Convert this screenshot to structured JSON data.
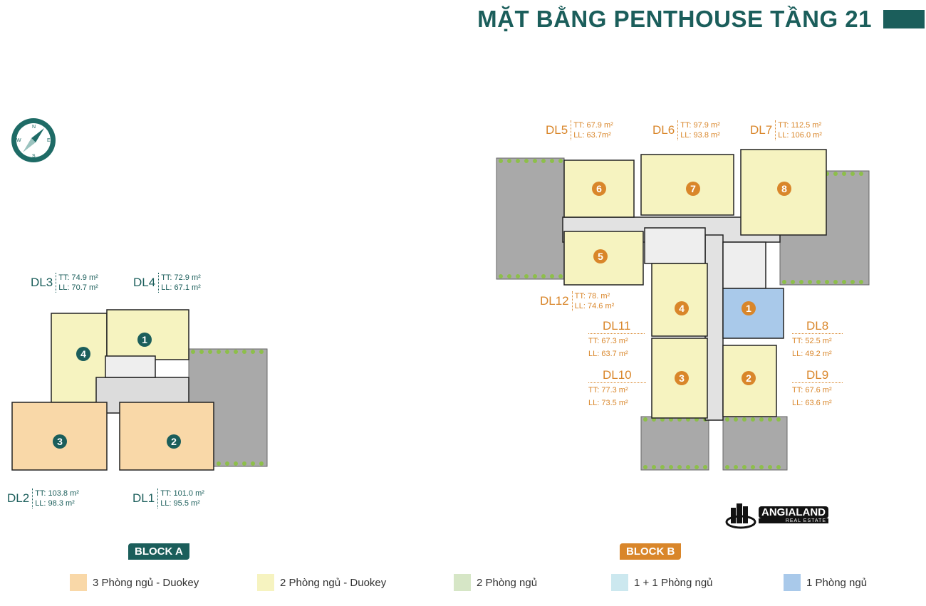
{
  "title": "MẶT BẰNG PENTHOUSE TẦNG 21",
  "colors": {
    "block_a": "#1b5e5b",
    "block_b": "#d9862a",
    "three_bed_duokey": "#f9d8a8",
    "two_bed_duokey": "#f6f3c0",
    "two_bed": "#d6e6c6",
    "one_plus_one": "#cce8ef",
    "one_bed": "#a9c9ea",
    "terrace": "#a9a9a9"
  },
  "compass": {
    "icon": "compass-icon",
    "letters": [
      "N",
      "E",
      "S",
      "W"
    ]
  },
  "block_a": {
    "label": "BLOCK A",
    "units": [
      {
        "code": "DL1",
        "tt": "TT: 101.0 m²",
        "ll": "LL: 95.5 m²",
        "badge": "2"
      },
      {
        "code": "DL2",
        "tt": "TT: 103.8 m²",
        "ll": "LL: 98.3 m²",
        "badge": "3"
      },
      {
        "code": "DL3",
        "tt": "TT: 74.9 m²",
        "ll": "LL: 70.7 m²",
        "badge": "4"
      },
      {
        "code": "DL4",
        "tt": "TT: 72.9 m²",
        "ll": "LL: 67.1 m²",
        "badge": "1"
      }
    ]
  },
  "block_b": {
    "label": "BLOCK B",
    "units": [
      {
        "code": "DL5",
        "tt": "TT: 67.9 m²",
        "ll": "LL: 63.7m²",
        "badge": "6"
      },
      {
        "code": "DL6",
        "tt": "TT: 97.9 m²",
        "ll": "LL: 93.8 m²",
        "badge": "7"
      },
      {
        "code": "DL7",
        "tt": "TT: 112.5 m²",
        "ll": "LL: 106.0 m²",
        "badge": "8"
      },
      {
        "code": "DL8",
        "tt": "TT: 52.5 m²",
        "ll": "LL: 49.2 m²",
        "badge": "1"
      },
      {
        "code": "DL9",
        "tt": "TT: 67.6 m²",
        "ll": "LL: 63.6 m²",
        "badge": "2"
      },
      {
        "code": "DL10",
        "tt": "TT: 77.3 m²",
        "ll": "LL: 73.5 m²",
        "badge": "3"
      },
      {
        "code": "DL11",
        "tt": "TT: 67.3 m²",
        "ll": "LL: 63.7 m²",
        "badge": "4"
      },
      {
        "code": "DL12",
        "tt": "TT: 78.   m²",
        "ll": "LL: 74.6 m²",
        "badge": "5"
      }
    ]
  },
  "legend": [
    {
      "label": "3 Phòng ngủ - Duokey",
      "color": "#f9d8a8"
    },
    {
      "label": "2 Phòng ngủ - Duokey",
      "color": "#f6f3c0"
    },
    {
      "label": "2 Phòng ngủ",
      "color": "#d6e6c6"
    },
    {
      "label": "1 + 1 Phòng ngủ",
      "color": "#cce8ef"
    },
    {
      "label": "1 Phòng ngủ",
      "color": "#a9c9ea"
    }
  ],
  "logo": {
    "name": "ANGIALAND",
    "sub": "REAL ESTATE"
  }
}
